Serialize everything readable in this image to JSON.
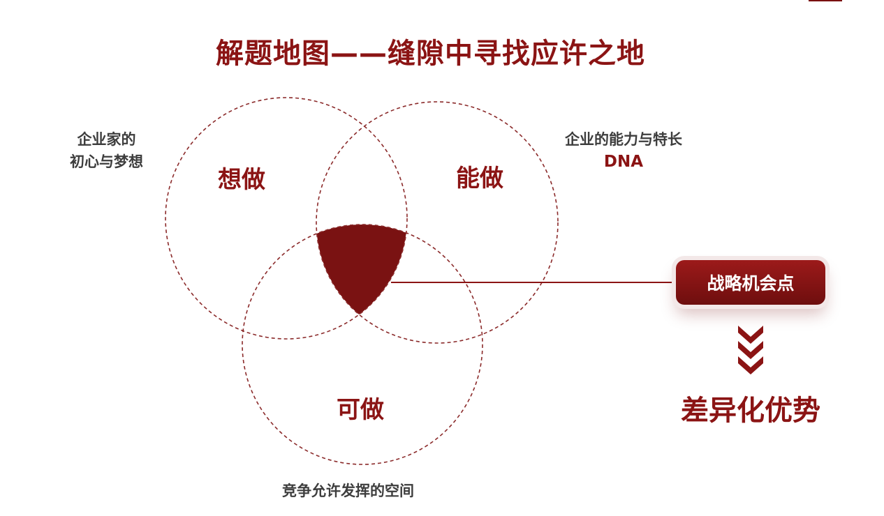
{
  "title": "解题地图——缝隙中寻找应许之地",
  "circles": {
    "want": {
      "label": "想做",
      "note_line1": "企业家的",
      "note_line2": "初心与梦想"
    },
    "can": {
      "label": "能做",
      "note_line1": "企业的能力与特长",
      "note_line2": "DNA"
    },
    "may": {
      "label": "可做",
      "note": "竞争允许发挥的空间"
    }
  },
  "opportunity": {
    "label": "战略机会点"
  },
  "result": {
    "label": "差异化优势"
  },
  "colors": {
    "accent": "#8b1414",
    "accent_dark": "#6e0e0e",
    "text_gray": "#3d3d3d",
    "dash": "#8b2a2a"
  },
  "icons": {
    "arrows": "triple-chevron-down-icon"
  }
}
